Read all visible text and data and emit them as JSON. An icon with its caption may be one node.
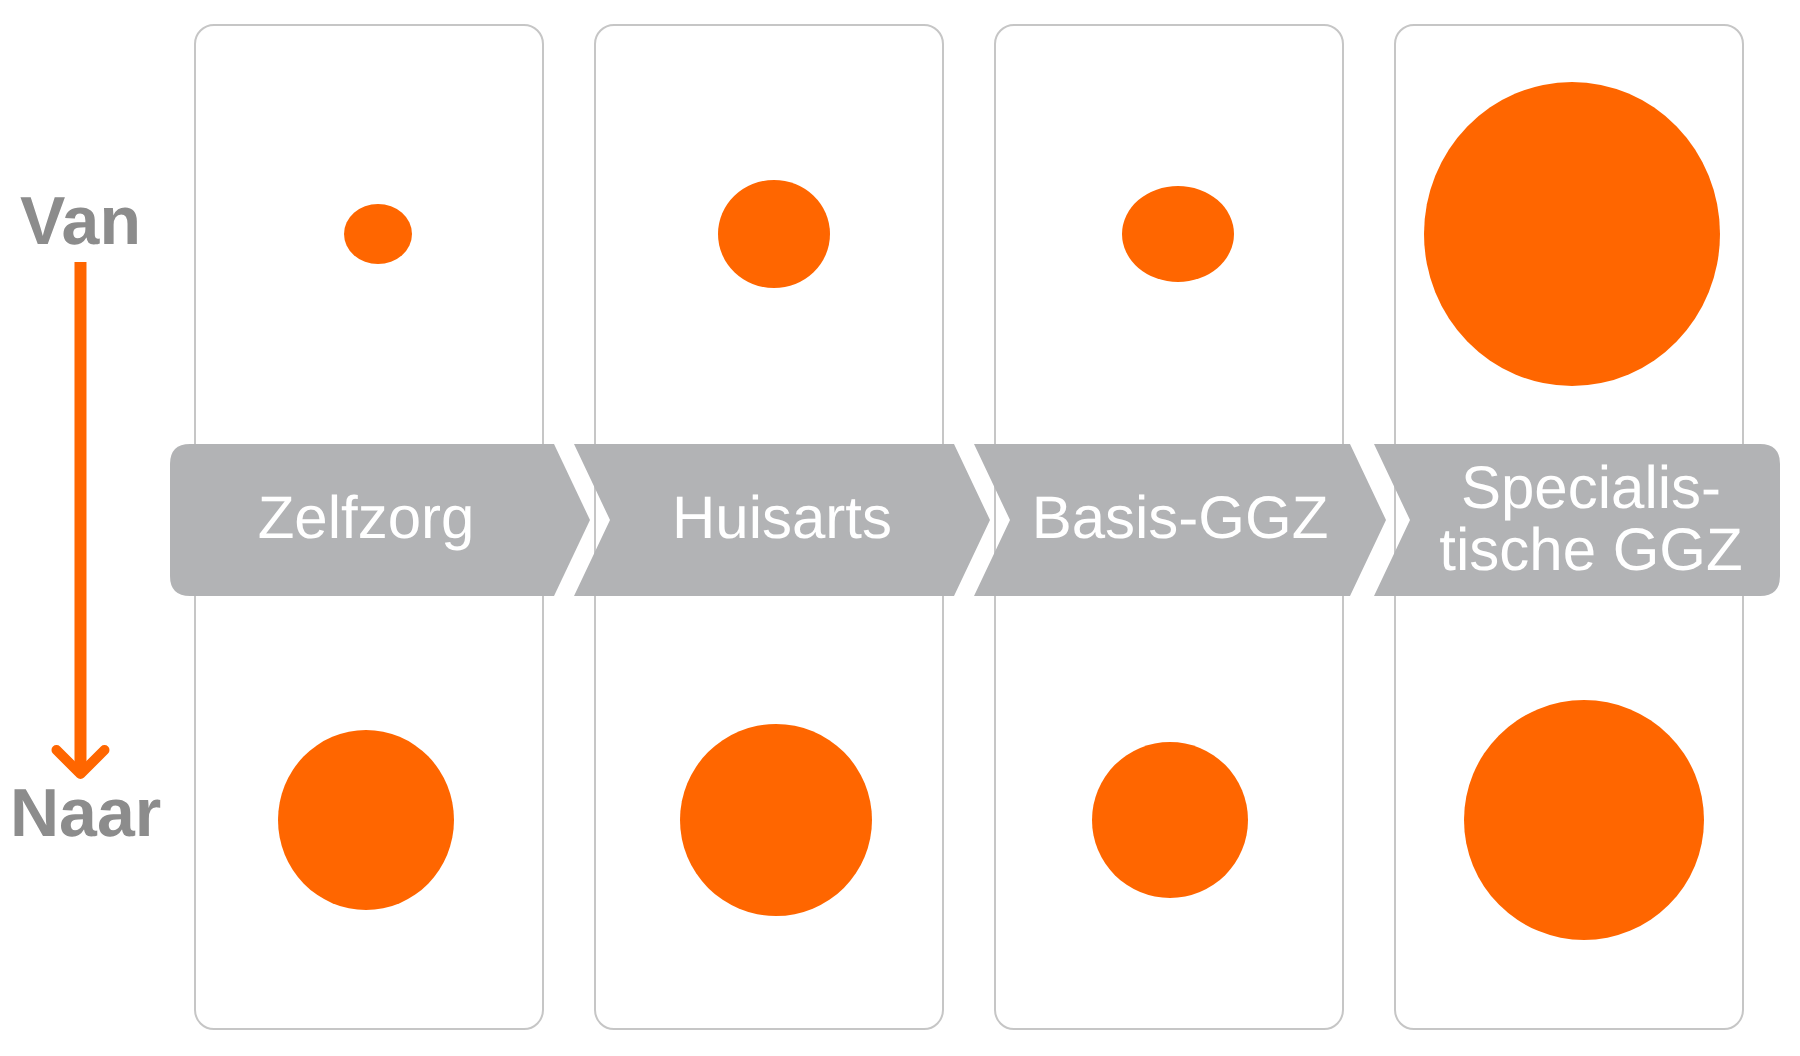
{
  "diagram": {
    "nodes": [
      {
        "text": [
          "Van"
        ]
      },
      {
        "text": [
          "Naar"
        ]
      },
      {
        "text": [],
        "shape": "box"
      },
      {
        "text": [],
        "shape": "circle",
        "in": 2
      },
      {
        "text": [],
        "shape": "circle",
        "in": 2
      },
      {
        "text": [],
        "shape": "box"
      },
      {
        "text": [],
        "shape": "circle",
        "in": 5
      },
      {
        "text": [],
        "shape": "circle",
        "in": 5
      },
      {
        "text": [],
        "shape": "box"
      },
      {
        "text": [],
        "shape": "circle",
        "in": 8
      },
      {
        "text": [],
        "shape": "circle",
        "in": 8
      },
      {
        "text": [],
        "shape": "box"
      },
      {
        "text": [],
        "shape": "circle",
        "in": 11
      },
      {
        "text": [],
        "shape": "circle",
        "in": 11
      },
      {
        "text": [
          "Zelfzorg"
        ]
      },
      {
        "text": [
          "Huisarts"
        ]
      },
      {
        "text": [
          "Basis-GGZ"
        ]
      },
      {
        "text": [
          "Specialis- tische GGZ"
        ]
      }
    ],
    "edges": [
      {
        "from": 0,
        "to": 1,
        "arrow": "to"
      }
    ]
  }
}
